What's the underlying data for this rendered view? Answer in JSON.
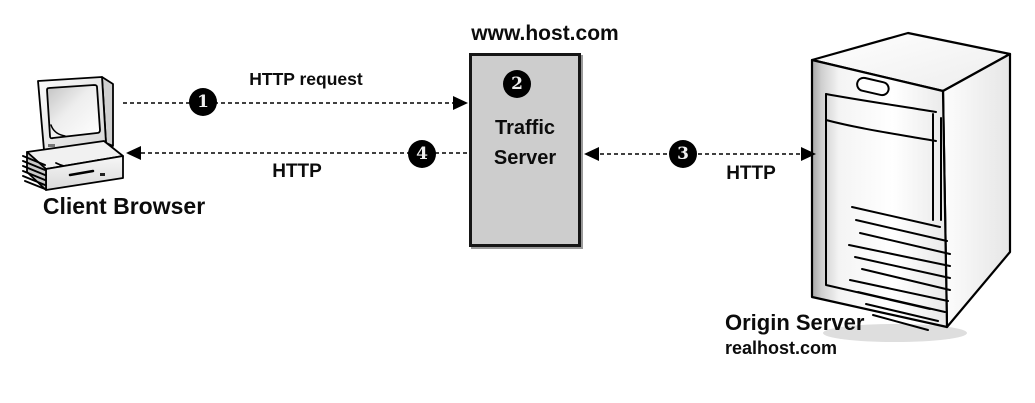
{
  "client": {
    "label": "Client Browser"
  },
  "traffic_server": {
    "host": "www.host.com",
    "name_line1": "Traffic",
    "name_line2": "Server",
    "step_badge": "2"
  },
  "origin_server": {
    "name": "Origin Server",
    "host": "realhost.com"
  },
  "flows": {
    "request": {
      "step_badge": "1",
      "label": "HTTP request",
      "direction": "right"
    },
    "response": {
      "step_badge": "4",
      "label": "HTTP",
      "direction": "left"
    },
    "origin_exchange": {
      "step_badge": "3",
      "label": "HTTP",
      "direction": "both"
    }
  },
  "colors": {
    "background": "#ffffff",
    "box_fill": "#cdcdcd",
    "box_border": "#161616",
    "badge_background": "#000000",
    "badge_text": "#efefef",
    "line": "#000000",
    "text": "#0c0c0c"
  }
}
